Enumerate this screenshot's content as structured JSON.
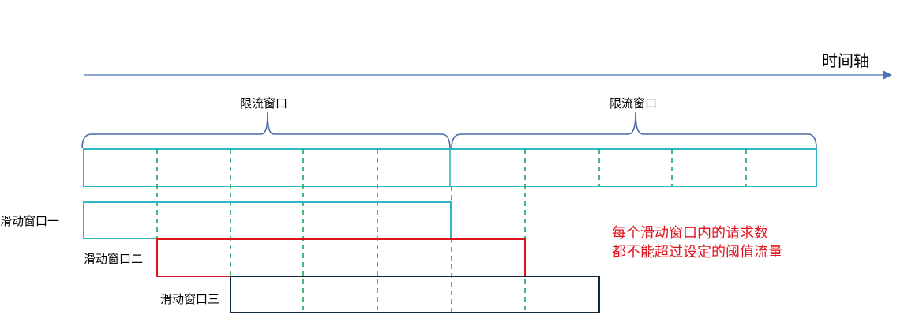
{
  "timeline": {
    "label": "时间轴"
  },
  "limit_windows": [
    {
      "label": "限流窗口"
    },
    {
      "label": "限流窗口"
    }
  ],
  "sliding_windows": [
    {
      "label": "滑动窗口一",
      "color": "#2fb6c9"
    },
    {
      "label": "滑动窗口二",
      "color": "#e0141e"
    },
    {
      "label": "滑动窗口三",
      "color": "#13283c"
    }
  ],
  "note": {
    "line1": "每个滑动窗口内的请求数",
    "line2": "都不能超过设定的阈值流量",
    "color": "#e0141e"
  },
  "colors": {
    "timeline": "#4a73b8",
    "brace": "#4a6aa8",
    "main_bar": "#2fb6c9",
    "divider": "#1aa654"
  }
}
